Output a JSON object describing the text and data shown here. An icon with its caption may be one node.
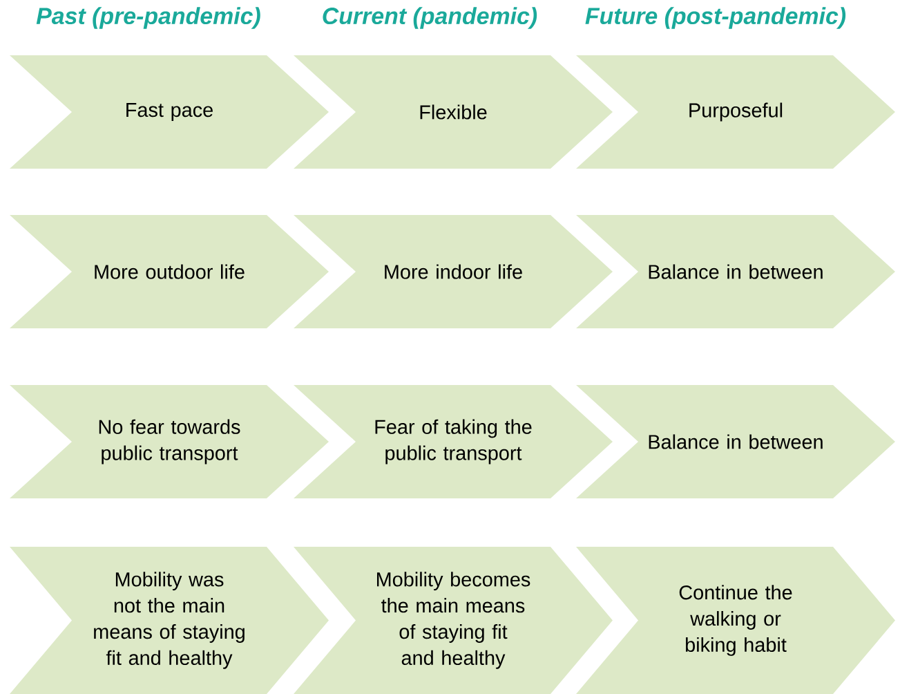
{
  "diagram": {
    "labels": [
      "Past (pre-pandemic)",
      "Current (pandemic)",
      "Future (post-pandemic)"
    ],
    "nodes": [
      {
        "text": [
          "Fast pace"
        ]
      },
      {
        "text": [
          "Flexible"
        ]
      },
      {
        "text": [
          "Purposeful"
        ]
      },
      {
        "text": [
          "More outdoor life"
        ]
      },
      {
        "text": [
          "More indoor life"
        ]
      },
      {
        "text": [
          "Balance in between"
        ]
      },
      {
        "text": [
          "No fear towards public transport"
        ]
      },
      {
        "text": [
          "Fear of taking the public transport"
        ]
      },
      {
        "text": [
          "Balance in between"
        ]
      },
      {
        "text": [
          "Mobility was not the main means of staying fit and healthy"
        ]
      },
      {
        "text": [
          "Mobility becomes the main means of staying fit and healthy"
        ]
      },
      {
        "text": [
          "Continue the walking or biking habit"
        ]
      }
    ]
  }
}
